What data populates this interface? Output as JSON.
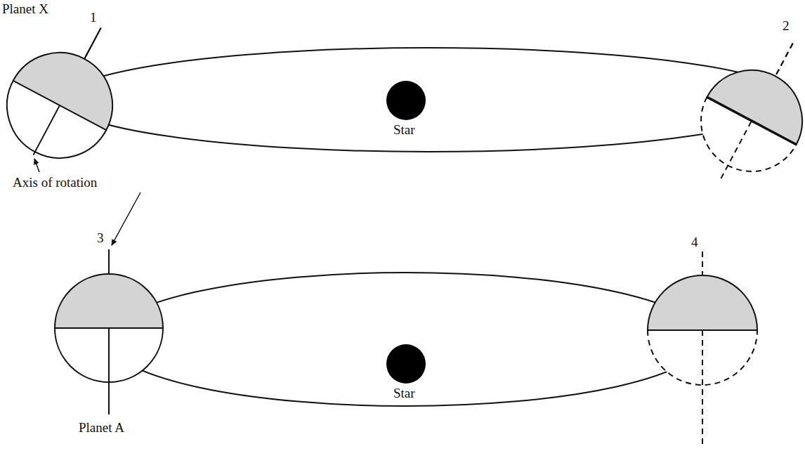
{
  "diagram": {
    "labels": [
      "Planet X",
      "1",
      "2",
      "Star",
      "Axis of rotation",
      "3",
      "4",
      "Star",
      "Planet A"
    ]
  }
}
